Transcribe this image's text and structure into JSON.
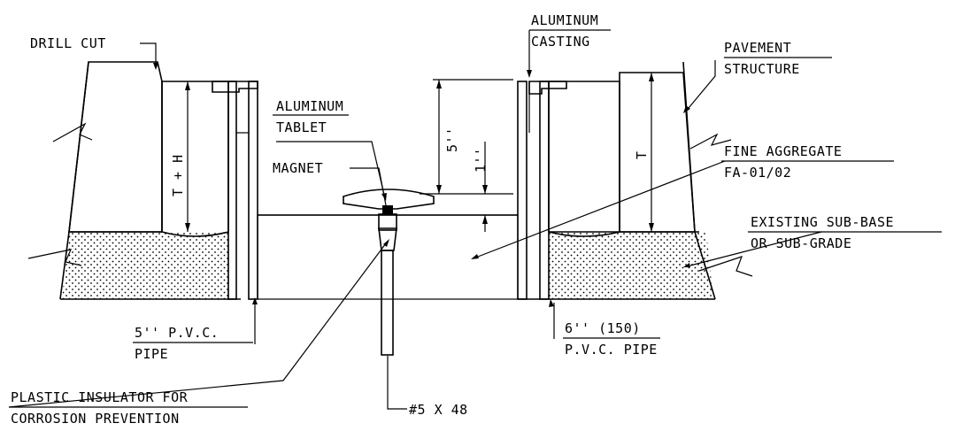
{
  "labels": {
    "drill_cut": "DRILL CUT",
    "aluminum_casting_1": "ALUMINUM",
    "aluminum_casting_2": "CASTING",
    "pavement_1": "PAVEMENT",
    "pavement_2": "STRUCTURE",
    "aluminum_tablet_1": "ALUMINUM",
    "aluminum_tablet_2": "TABLET",
    "magnet": "MAGNET",
    "fine_agg_1": "FINE AGGREGATE",
    "fine_agg_2": "FA-01/02",
    "subbase_1": "EXISTING SUB-BASE",
    "subbase_2": "OR SUB-GRADE",
    "pvc5_1": "5'' P.V.C.",
    "pvc5_2": "PIPE",
    "pvc6_1": "6'' (150)",
    "pvc6_2": "P.V.C. PIPE",
    "insulator_1": "PLASTIC INSULATOR FOR",
    "insulator_2": "CORROSION PREVENTION",
    "rebar": "#5 X 48",
    "dim_5in": "5''",
    "dim_1in": "1''",
    "dim_th": "T + H",
    "dim_t": "T"
  }
}
